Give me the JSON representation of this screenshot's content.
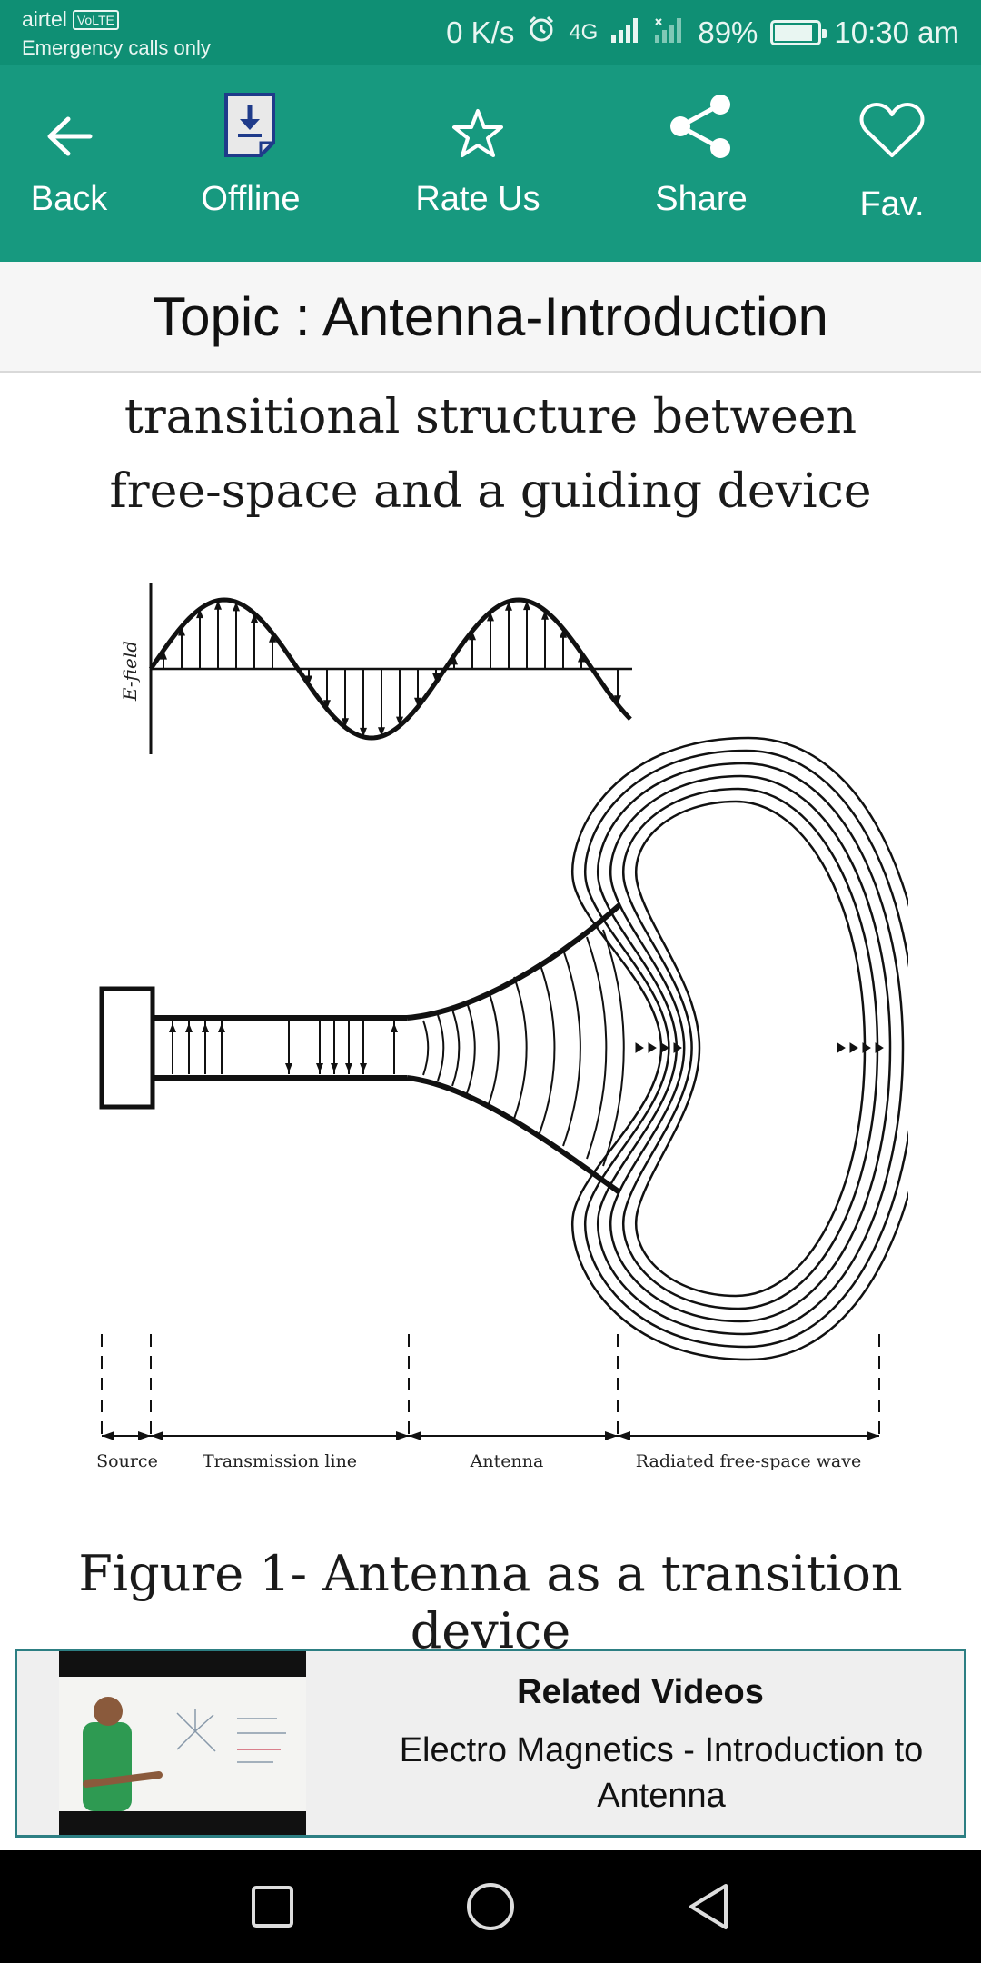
{
  "status_bar": {
    "carrier": "airtel",
    "volte": "VoLTE",
    "emergency": "Emergency calls only",
    "speed": "0 K/s",
    "network": "4G",
    "battery": "89%",
    "battery_level": 0.89,
    "time": "10:30 am"
  },
  "toolbar": {
    "back": "Back",
    "offline": "Offline",
    "rate_us": "Rate Us",
    "share": "Share",
    "fav": "Fav."
  },
  "topic": {
    "title": "Topic : Antenna-Introduction"
  },
  "content": {
    "line1": "transitional structure between",
    "line2": "free-space and a guiding device"
  },
  "figure": {
    "ylabel": "E-field",
    "labels": [
      "Source",
      "Transmission line",
      "Antenna",
      "Radiated free-space wave"
    ],
    "caption": "Figure 1- Antenna as a transition device"
  },
  "related": {
    "title": "Related Videos",
    "subtitle": "Electro Magnetics - Introduction to Antenna"
  }
}
